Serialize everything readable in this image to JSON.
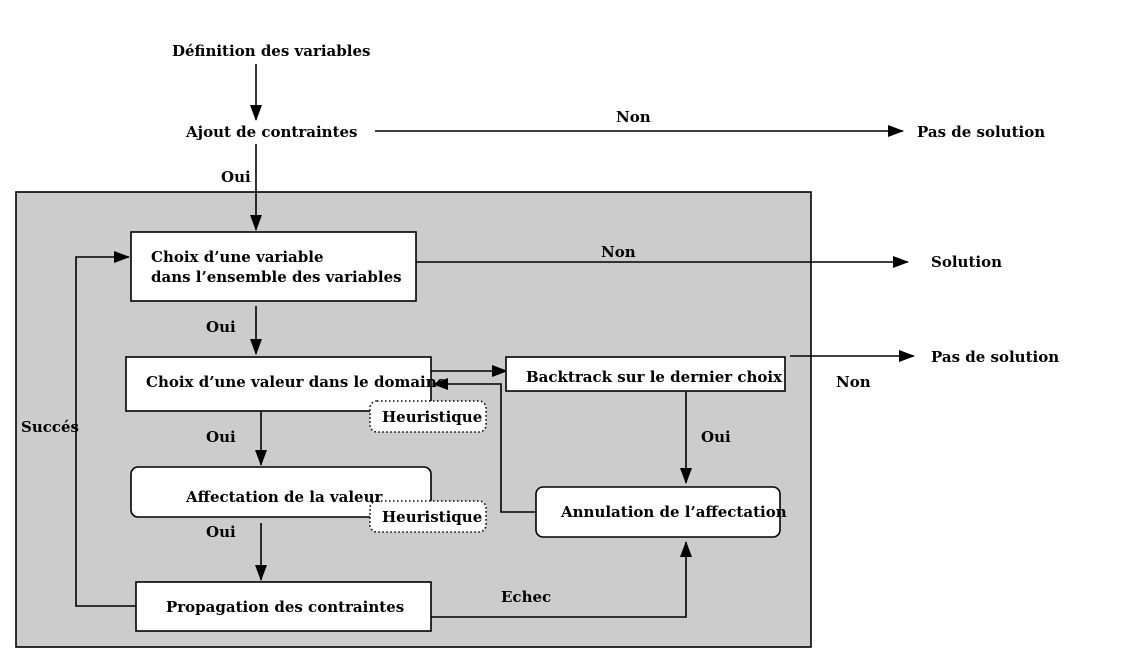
{
  "nodes": {
    "definition": "Définition des variables",
    "ajout": "Ajout de contraintes",
    "pas_solution_top": "Pas de solution",
    "choix_variable_line1": "Choix d’une variable",
    "choix_variable_line2": "dans l’ensemble des variables",
    "solution": "Solution",
    "choix_valeur": "Choix d’une valeur dans le domaine",
    "backtrack": "Backtrack sur le dernier choix",
    "pas_solution_right": "Pas de solution",
    "heuristique_1": "Heuristique",
    "affectation": "Affectation de la valeur",
    "heuristique_2": "Heuristique",
    "annulation": "Annulation de l’affectation",
    "propagation": "Propagation des contraintes"
  },
  "edge_labels": {
    "non_top": "Non",
    "oui_ajout": "Oui",
    "non_solution": "Non",
    "oui_valeur": "Oui",
    "oui_affectation": "Oui",
    "oui_propagation": "Oui",
    "oui_backtrack": "Oui",
    "non_backtrack": "Non",
    "succes": "Succés",
    "echec": "Echec"
  }
}
